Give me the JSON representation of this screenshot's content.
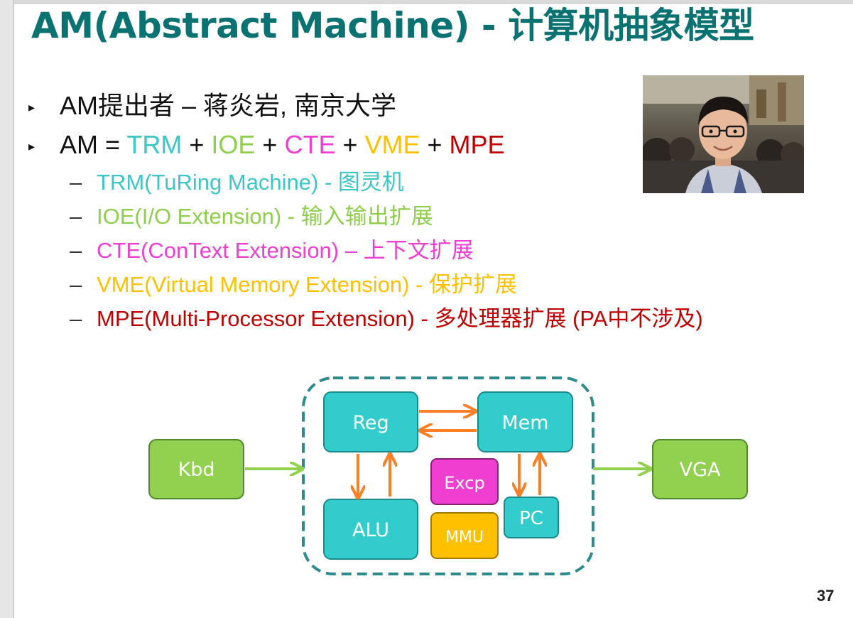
{
  "title": "AM(Abstract Machine) - 计算机抽象模型",
  "bullets": [
    {
      "marker": "▸",
      "text": "AM提出者 – 蒋炎岩, 南京大学"
    },
    {
      "marker": "▸",
      "parts": [
        {
          "text": "AM",
          "color": "#111111"
        },
        {
          "text": " = ",
          "color": "#111111"
        },
        {
          "text": "TRM",
          "color": "#3cc6c6"
        },
        {
          "text": " + ",
          "color": "#111111"
        },
        {
          "text": "IOE",
          "color": "#8dcf4a"
        },
        {
          "text": " + ",
          "color": "#111111"
        },
        {
          "text": "CTE",
          "color": "#ee3fd0"
        },
        {
          "text": " + ",
          "color": "#111111"
        },
        {
          "text": "VME",
          "color": "#ffc000"
        },
        {
          "text": " + ",
          "color": "#111111"
        },
        {
          "text": "MPE",
          "color": "#c00000"
        }
      ]
    }
  ],
  "sub_items": [
    {
      "dash": "–",
      "text": "TRM(TuRing Machine) - 图灵机",
      "color": "#3cc6c6"
    },
    {
      "dash": "–",
      "text": "IOE(I/O Extension) - 输入输出扩展",
      "color": "#8dcf4a"
    },
    {
      "dash": "–",
      "text": "CTE(ConText Extension) – 上下文扩展",
      "color": "#ee3fd0"
    },
    {
      "dash": "–",
      "text": "VME(Virtual Memory Extension) - 保护扩展",
      "color": "#ffc000"
    },
    {
      "dash": "–",
      "text": "MPE(Multi-Processor Extension) - 多处理器扩展 (PA中不涉及)",
      "color": "#c00000"
    }
  ],
  "diagram": {
    "nodes": {
      "kbd": "Kbd",
      "reg": "Reg",
      "mem": "Mem",
      "alu": "ALU",
      "excp": "Excp",
      "mmu": "MMU",
      "pc": "PC",
      "vga": "VGA"
    },
    "colors": {
      "teal": "#33cccc",
      "teal_border": "#1c8a8a",
      "green": "#92d050",
      "green_border": "#4f8a2a",
      "magenta": "#ee3fd0",
      "magenta_border": "#8a1f7a",
      "yellow": "#ffc000",
      "yellow_border": "#a07a00",
      "arrow_orange": "#ff7f27",
      "arrow_green": "#92d050",
      "dash_border": "#2e8b8b"
    }
  },
  "page_number": "37"
}
